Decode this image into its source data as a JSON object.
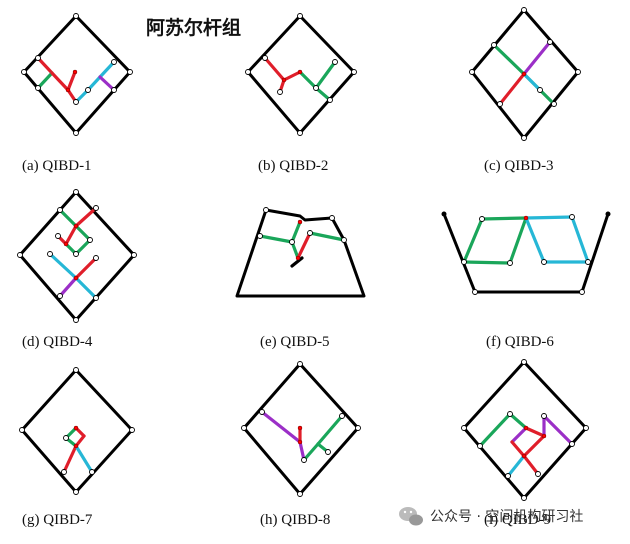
{
  "title": "阿苏尔杆组",
  "colors": {
    "frame": "#000000",
    "red": "#e01e2a",
    "green": "#1aa65a",
    "cyan": "#26b7d6",
    "purple": "#9b2fc7"
  },
  "panels": [
    {
      "id": "a",
      "caption": "(a) QIBD-1"
    },
    {
      "id": "b",
      "caption": "(b) QIBD-2"
    },
    {
      "id": "c",
      "caption": "(c) QIBD-3"
    },
    {
      "id": "d",
      "caption": "(d) QIBD-4"
    },
    {
      "id": "e",
      "caption": "(e) QIBD-5"
    },
    {
      "id": "f",
      "caption": "(f) QIBD-6"
    },
    {
      "id": "g",
      "caption": "(g) QIBD-7"
    },
    {
      "id": "h",
      "caption": "(h) QIBD-8"
    },
    {
      "id": "i",
      "caption": "(i) QIBD-9"
    }
  ],
  "watermark": {
    "icon": "wechat-icon",
    "text": "公众号 · 空间机构研习社"
  }
}
